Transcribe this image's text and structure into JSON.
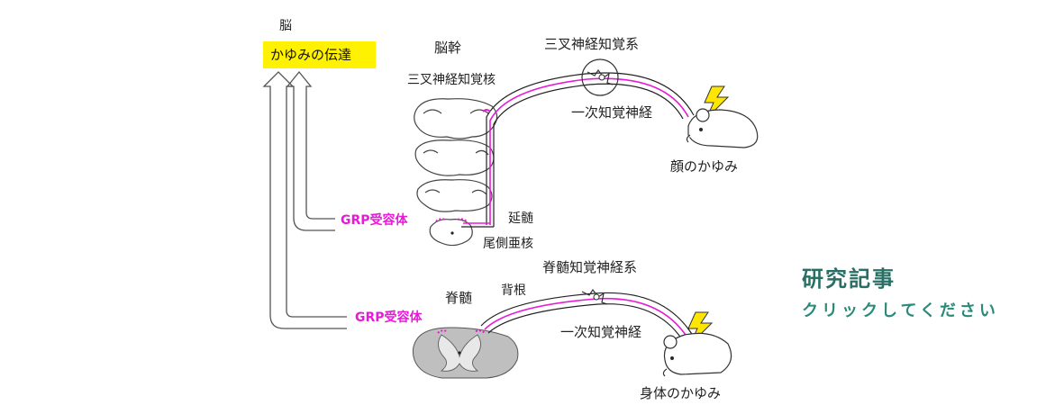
{
  "colors": {
    "grp": "#e81ad8",
    "highlight_bg": "#fff200",
    "nerve": "#e81ad8",
    "link": "#2a8a7a",
    "link_title": "#2a6f65",
    "bolt": "#ffe600"
  },
  "labels": {
    "brain": "脳",
    "itch_transmission": "かゆみの伝達",
    "brainstem": "脳幹",
    "trigeminal_nucleus": "三叉神経知覚核",
    "trigeminal_system": "三叉神経知覚系",
    "primary_neuron_top": "一次知覚神経",
    "face_itch": "顔のかゆみ",
    "medulla": "延髄",
    "spinal_nucleus": "尾側亜核",
    "grp_receptor_top": "GRP受容体",
    "spinal_system": "脊髄知覚神経系",
    "dorsal_root": "背根",
    "spinal_cord": "脊髄",
    "grp_receptor_bottom": "GRP受容体",
    "primary_neuron_bottom": "一次知覚神経",
    "body_itch": "身体のかゆみ"
  },
  "cta": {
    "title": "研究記事",
    "subtitle": "クリックしてください"
  },
  "icons": [
    "up-arrow-icon",
    "lightning-icon",
    "neuron-icon",
    "mouse-icon"
  ]
}
